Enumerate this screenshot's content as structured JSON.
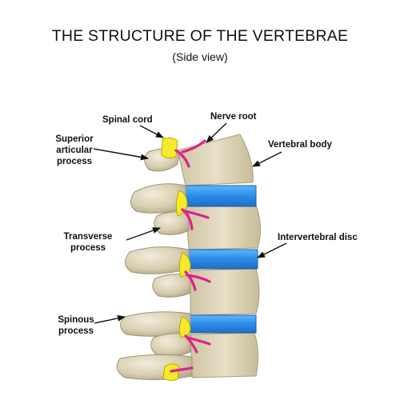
{
  "title": "THE STRUCTURE OF THE VERTEBRAE",
  "subtitle": "(Side view)",
  "labels": {
    "spinal_cord": "Spinal cord",
    "nerve_root": "Nerve root",
    "superior_articular_process": [
      "Superior",
      "articular",
      "process"
    ],
    "vertebral_body": "Vertebral body",
    "transverse_process": [
      "Transverse",
      "process"
    ],
    "intervertebral_disc": "Intervertebral disc",
    "spinous_process": [
      "Spinous",
      "process"
    ]
  },
  "colors": {
    "bone": "#ddd4b8",
    "bone_shadow": "#b7ad8c",
    "bone_light": "#eee8d4",
    "disc": "#2e86de",
    "disc_light": "#59b3ff",
    "spinal_cord": "#f7ea2a",
    "nerve": "#e0208f",
    "arrow": "#111111"
  }
}
